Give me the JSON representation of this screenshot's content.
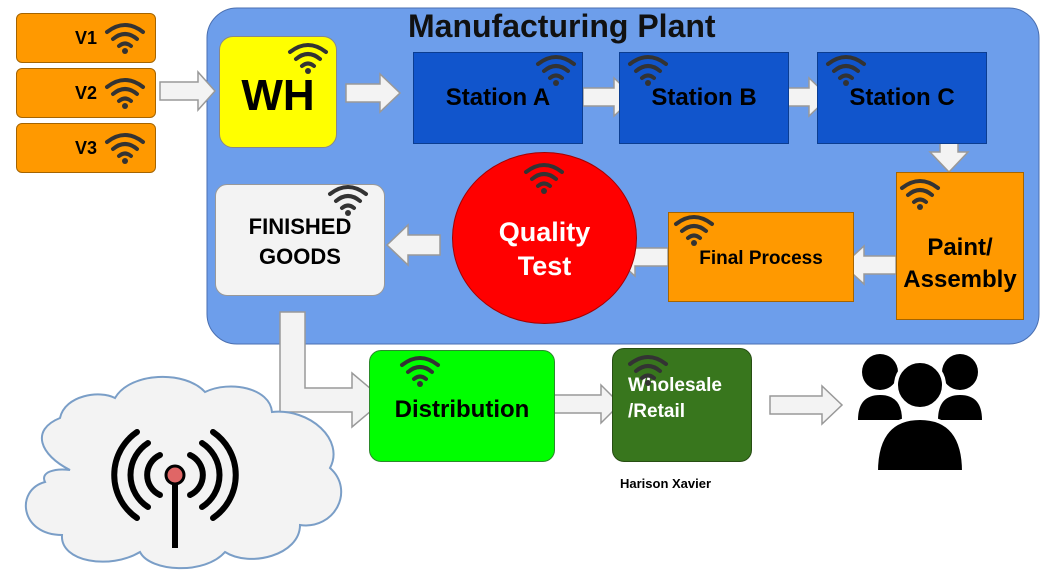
{
  "plant": {
    "title": "Manufacturing Plant"
  },
  "vendors": [
    {
      "label": "V1"
    },
    {
      "label": "V2"
    },
    {
      "label": "V3"
    }
  ],
  "nodes": {
    "wh": "WH",
    "station_a": "Station A",
    "station_b": "Station B",
    "station_c": "Station C",
    "paint_assembly": "Paint/\nAssembly",
    "final_process": "Final Process",
    "quality_test": "Quality\nTest",
    "finished_goods": "FINISHED\nGOODS",
    "distribution": "Distribution",
    "wholesale_retail": "Wholesale\n/Retail"
  },
  "author": "Harison Xavier",
  "icons": {
    "wifi": "wifi-icon",
    "customers": "customers-icon",
    "cloud": "cloud-icon",
    "antenna": "antenna-broadcast-icon"
  },
  "colors": {
    "plant_bg": "#6d9eeb",
    "vendor": "#ff9900",
    "wh": "#ffff00",
    "station": "#1155cc",
    "paint": "#ff9900",
    "quality": "#ff0000",
    "finished": "#f3f3f3",
    "distribution": "#00ff00",
    "wholesale": "#38761d",
    "arrow_fill": "#f3f3f3"
  }
}
